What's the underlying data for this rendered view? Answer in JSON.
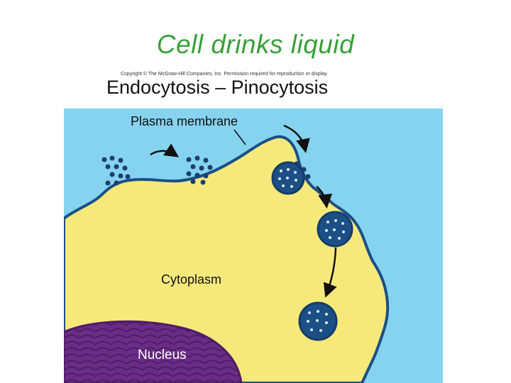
{
  "slide": {
    "title": "Cell drinks liquid"
  },
  "figure": {
    "copyright": "Copyright © The McGraw-Hill Companies, Inc. Permission required for reproduction or display.",
    "title": "Endocytosis – Pinocytosis",
    "labels": {
      "plasma_membrane": "Plasma membrane",
      "cytoplasm": "Cytoplasm",
      "nucleus": "Nucleus"
    },
    "colors": {
      "extracellular": "#86d3ef",
      "cytoplasm": "#f6e97c",
      "membrane": "#1c4f86",
      "particle": "#1d3f6e",
      "nucleus": "#6a2d86"
    }
  }
}
